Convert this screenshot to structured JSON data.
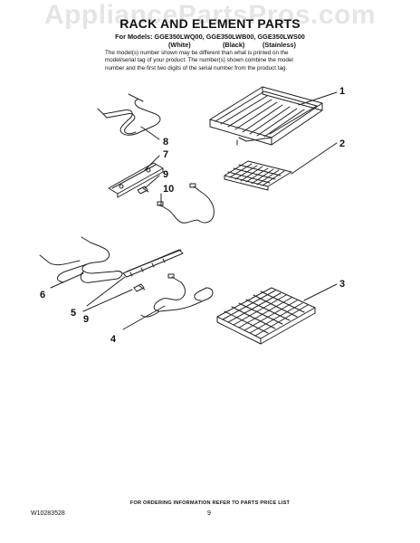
{
  "watermark": "AppliancePartsPros.com",
  "title": "RACK AND ELEMENT PARTS",
  "models_line": "For Models: GGE350LWQ00, GGE350LWB00, GGE350LWS00",
  "finishes": [
    "(White)",
    "(Black)",
    "(Stainless)"
  ],
  "note_lines": [
    "The model(s) number shown may be different than what is printed on the",
    "model/serial tag of your product. The number(s) shown combine the model",
    "number and the first two digits of the serial number from the product tag."
  ],
  "callouts": [
    "1",
    "2",
    "3",
    "4",
    "5",
    "6",
    "7",
    "8",
    "9",
    "10",
    "9"
  ],
  "footer": {
    "ordering_info": "FOR ORDERING INFORMATION REFER TO PARTS PRICE LIST",
    "doc_number": "W10283528",
    "page_number": "9"
  }
}
